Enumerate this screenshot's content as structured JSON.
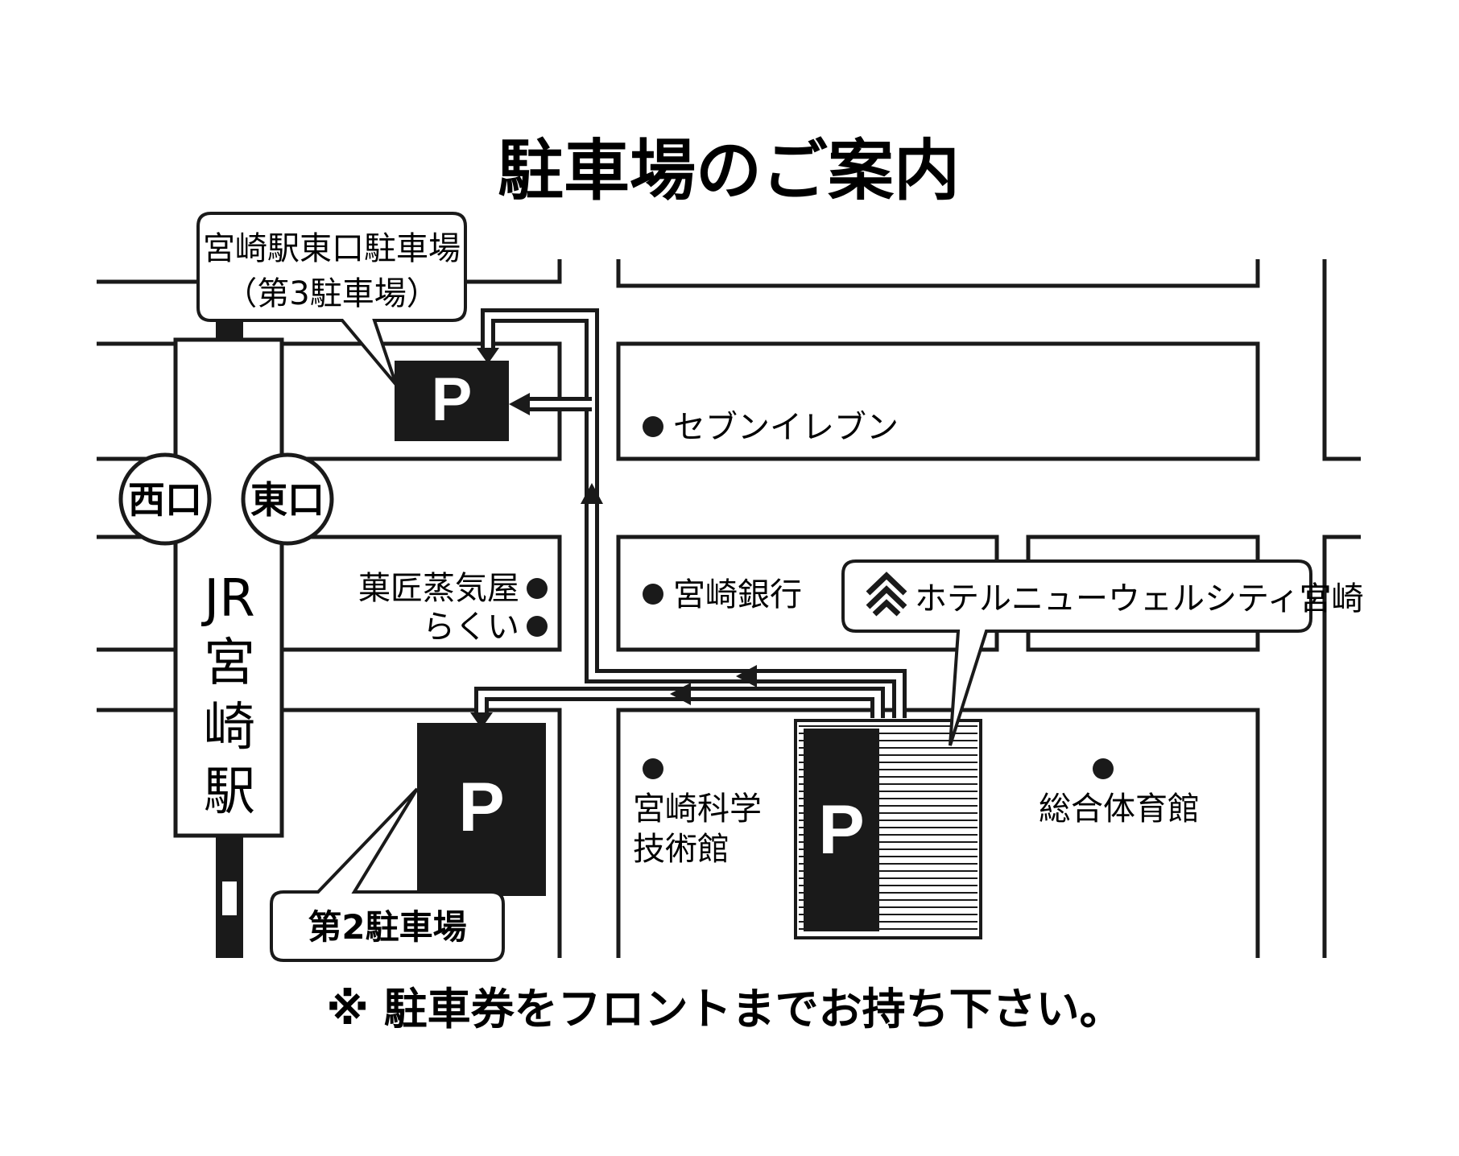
{
  "title": "駐車場のご案内",
  "note": "※ 駐車券をフロントまでお持ち下さい。",
  "station": {
    "name_line1": "JR",
    "name_line2": "宮",
    "name_line3": "崎",
    "name_line4": "駅",
    "west_exit": "西口",
    "east_exit": "東口"
  },
  "parking": {
    "lot3_line1": "宮崎駅東口駐車場",
    "lot3_line2": "（第3駐車場）",
    "lot2": "第2駐車場",
    "p_symbol": "P"
  },
  "landmarks": {
    "seven_eleven": "セブンイレブン",
    "kashou_line1": "菓匠蒸気屋",
    "kashou_line2": "らくい",
    "bank": "宮崎銀行",
    "science_line1": "宮崎科学",
    "science_line2": "技術館",
    "gym": "総合体育館"
  },
  "hotel": {
    "name": "ホテルニューウェルシティ宮崎",
    "logo_icon": "hotel-diamond-logo-icon"
  },
  "colors": {
    "ink": "#1a1a1a",
    "paper": "#ffffff"
  }
}
